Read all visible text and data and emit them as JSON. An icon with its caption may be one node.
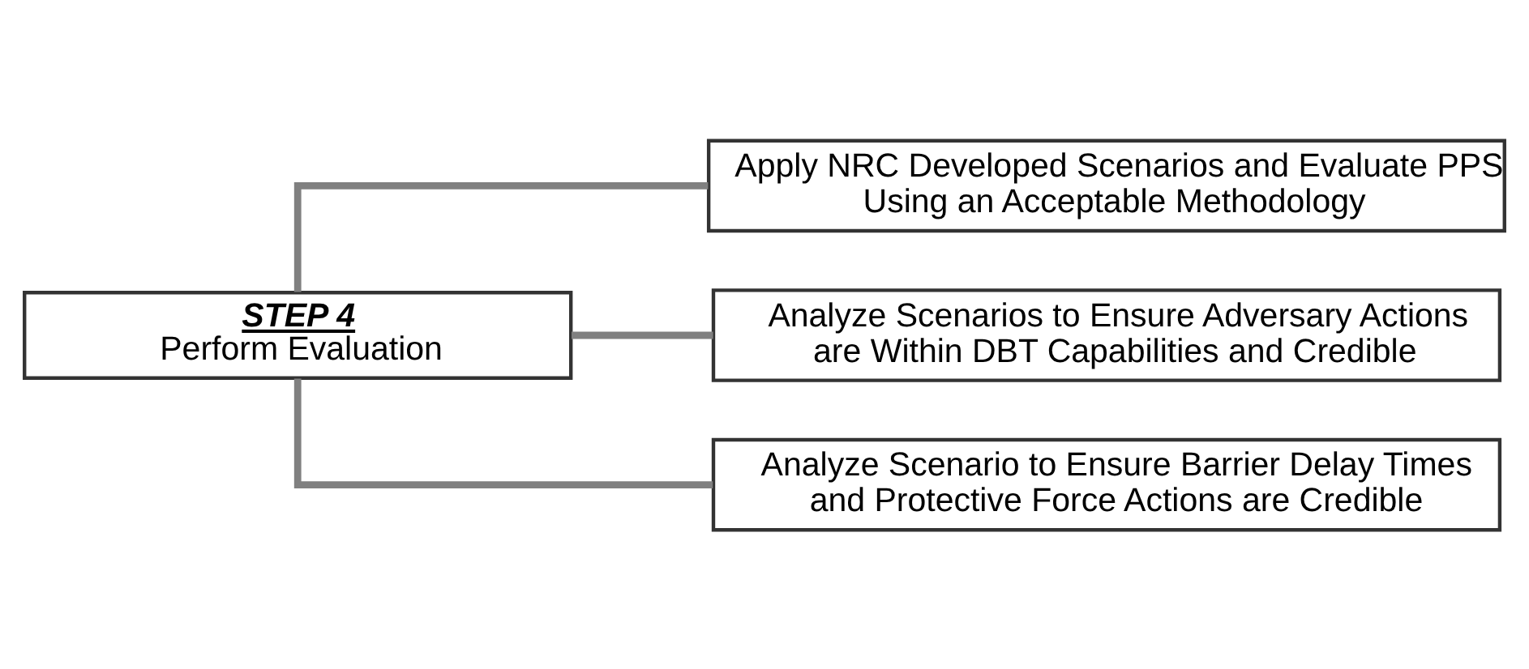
{
  "diagram": {
    "nodes": [
      {
        "text": [
          "STEP 4",
          "Perform Evaluation"
        ]
      },
      {
        "text": [
          "Apply NRC Developed Scenarios and Evaluate PPS Using an Acceptable Methodology"
        ]
      },
      {
        "text": [
          "Analyze Scenarios to Ensure Adversary Actions are Within DBT Capabilities and Credible"
        ]
      },
      {
        "text": [
          "Analyze Scenario to Ensure Barrier Delay Times and Protective Force Actions are Credible"
        ]
      }
    ],
    "edges": [
      {
        "from": 0,
        "to": 1,
        "arrow": "none"
      },
      {
        "from": 0,
        "to": 2,
        "arrow": "none"
      },
      {
        "from": 0,
        "to": 3,
        "arrow": "none"
      }
    ]
  }
}
